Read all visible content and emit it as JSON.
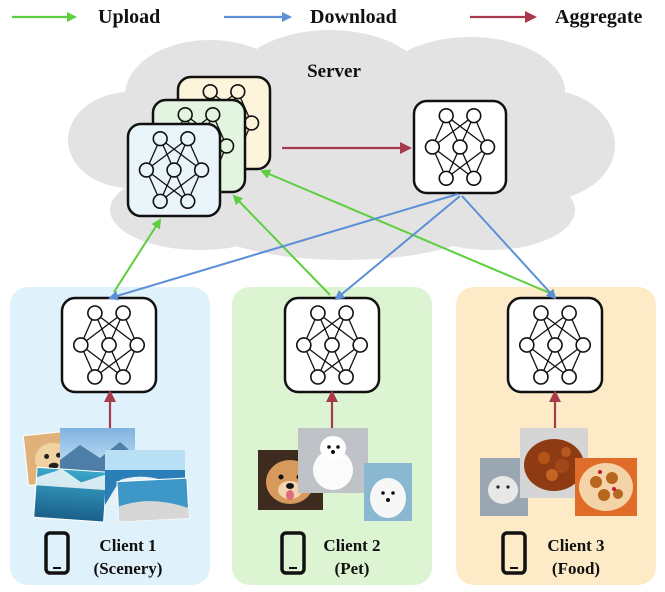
{
  "legend": [
    {
      "label": "Upload",
      "color": "#5ccf3e"
    },
    {
      "label": "Download",
      "color": "#5b8fd6"
    },
    {
      "label": "Aggregate",
      "color": "#a63a4c"
    }
  ],
  "server": {
    "label": "Server"
  },
  "clients": [
    {
      "name": "Client 1",
      "category": "(Scenery)",
      "panel_color": "#dff1fb",
      "icon": "smartphone-icon"
    },
    {
      "name": "Client 2",
      "category": "(Pet)",
      "panel_color": "#ddf4d3",
      "icon": "smartphone-icon"
    },
    {
      "name": "Client 3",
      "category": "(Food)",
      "panel_color": "#fcebc6",
      "icon": "smartphone-icon"
    }
  ],
  "model_layers": [
    3,
    3,
    3
  ],
  "server_model_colors": [
    "#fdf4dc",
    "#e3f5e1",
    "#eaf5fb"
  ]
}
